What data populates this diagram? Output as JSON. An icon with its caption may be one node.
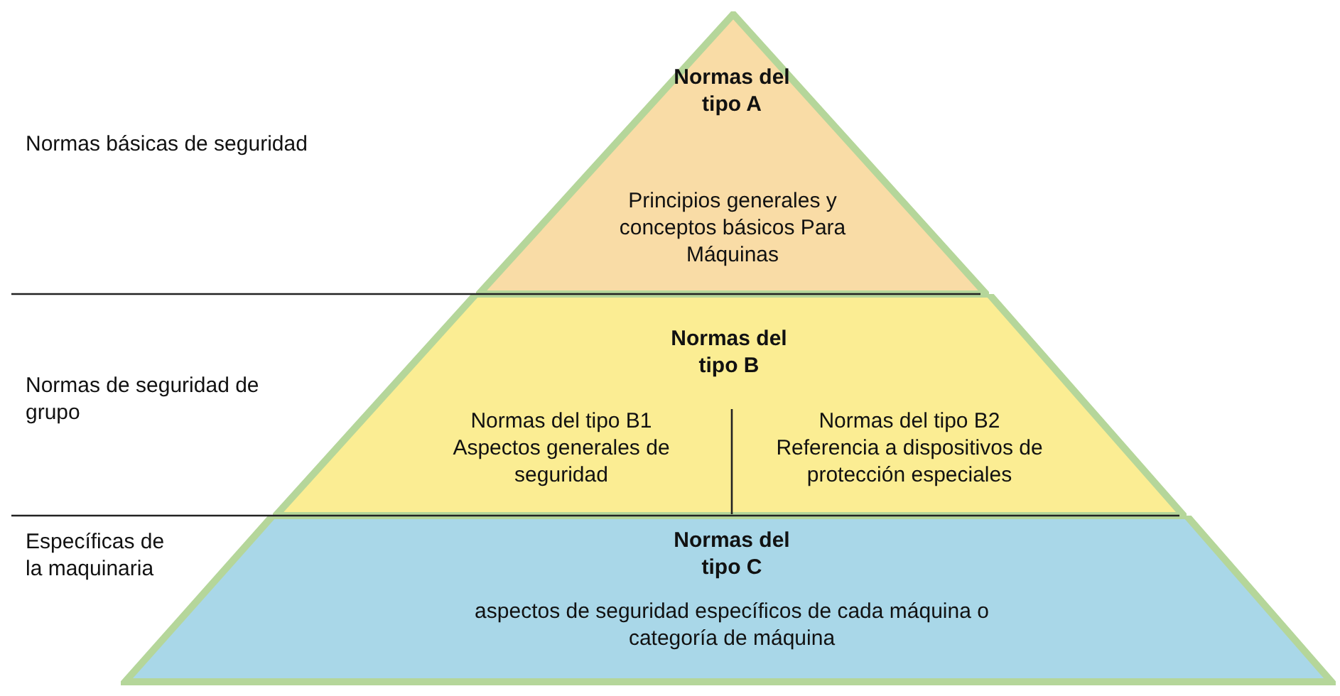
{
  "diagram": {
    "nodes": [
      {
        "text": [
          "Normas del tipo A",
          "Principios generales y conceptos básicos Para Máquinas"
        ]
      },
      {
        "text": [
          "Normas del tipo B"
        ]
      },
      {
        "text": [
          "Normas del tipo B1",
          "Aspectos generales de seguridad"
        ],
        "in": 1
      },
      {
        "text": [
          "Normas del tipo B2",
          "Referencia a dispositivos de protección especiales"
        ],
        "in": 1
      },
      {
        "text": [
          "Normas del tipo C",
          "aspectos de seguridad específicos de cada máquina o categoría de máquina"
        ]
      }
    ],
    "labels": [
      "Normas básicas de seguridad",
      "Normas de seguridad de grupo",
      "Específicas de la maquinaria"
    ],
    "edges": []
  }
}
